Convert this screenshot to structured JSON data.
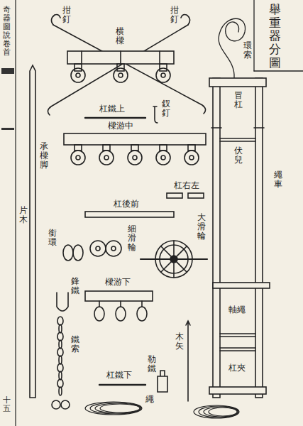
{
  "diagram": {
    "title": "舉重器分圖",
    "labels": [
      "拑釘",
      "拑釘",
      "横樑",
      "環索",
      "上鐵杠",
      "釵釘",
      "中游樑",
      "承樑脚",
      "片木",
      "左右杠",
      "前後杠",
      "冒杠",
      "伏兒",
      "繩車",
      "銜環",
      "細滑輪",
      "大滑輪",
      "繩軸",
      "下游樑",
      "鋒鐵",
      "鐵索",
      "木矢",
      "勒鐵",
      "夾杠",
      "下鐵杠",
      "繩",
      "奇器圖說卷首",
      "十五"
    ]
  }
}
